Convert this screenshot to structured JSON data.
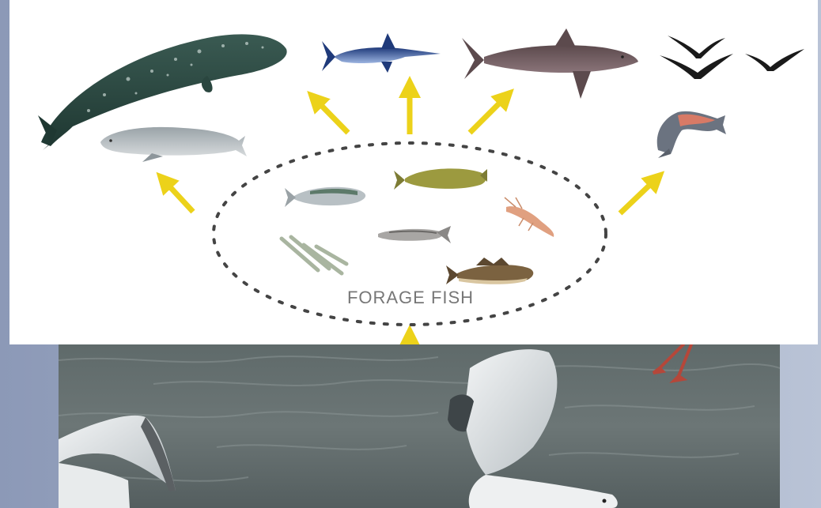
{
  "diagram": {
    "center_label": "FORAGE FISH",
    "colors": {
      "arrow": "#ecd21a",
      "dash": "#444444",
      "label": "#777777",
      "background": "#ffffff"
    },
    "predators": [
      {
        "name": "gray-whale"
      },
      {
        "name": "seal"
      },
      {
        "name": "swordfish"
      },
      {
        "name": "shark"
      },
      {
        "name": "seabirds"
      },
      {
        "name": "salmon"
      }
    ],
    "forage_species": [
      {
        "name": "herring"
      },
      {
        "name": "sardine"
      },
      {
        "name": "smelt"
      },
      {
        "name": "krill"
      },
      {
        "name": "sand-lance"
      },
      {
        "name": "cod"
      }
    ]
  }
}
